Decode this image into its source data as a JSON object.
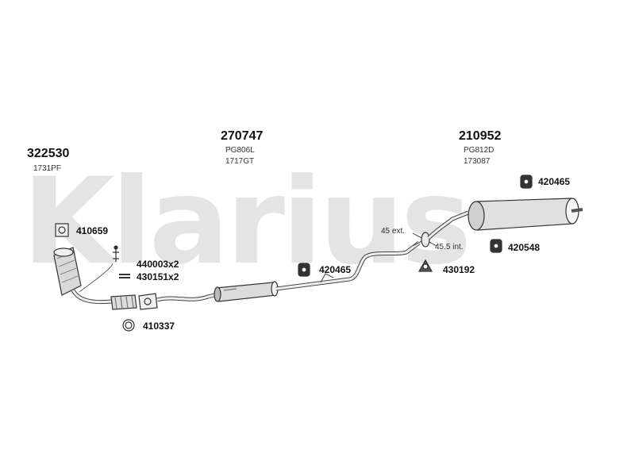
{
  "watermark": "Klarius",
  "sections": [
    {
      "number": "322530",
      "code": "1731PF"
    },
    {
      "number": "270747",
      "code1": "PG806L",
      "code2": "1717GT"
    },
    {
      "number": "210952",
      "code1": "PG812D",
      "code2": "173087"
    }
  ],
  "parts": {
    "p410659": "410659",
    "p440003": "440003x2",
    "p430151": "430151x2",
    "p410337": "410337",
    "p420465_mid": "420465",
    "p430192": "430192",
    "p420465_top": "420465",
    "p420548": "420548"
  },
  "annotations": {
    "ext": "45 ext.",
    "int": "45.5 int."
  }
}
